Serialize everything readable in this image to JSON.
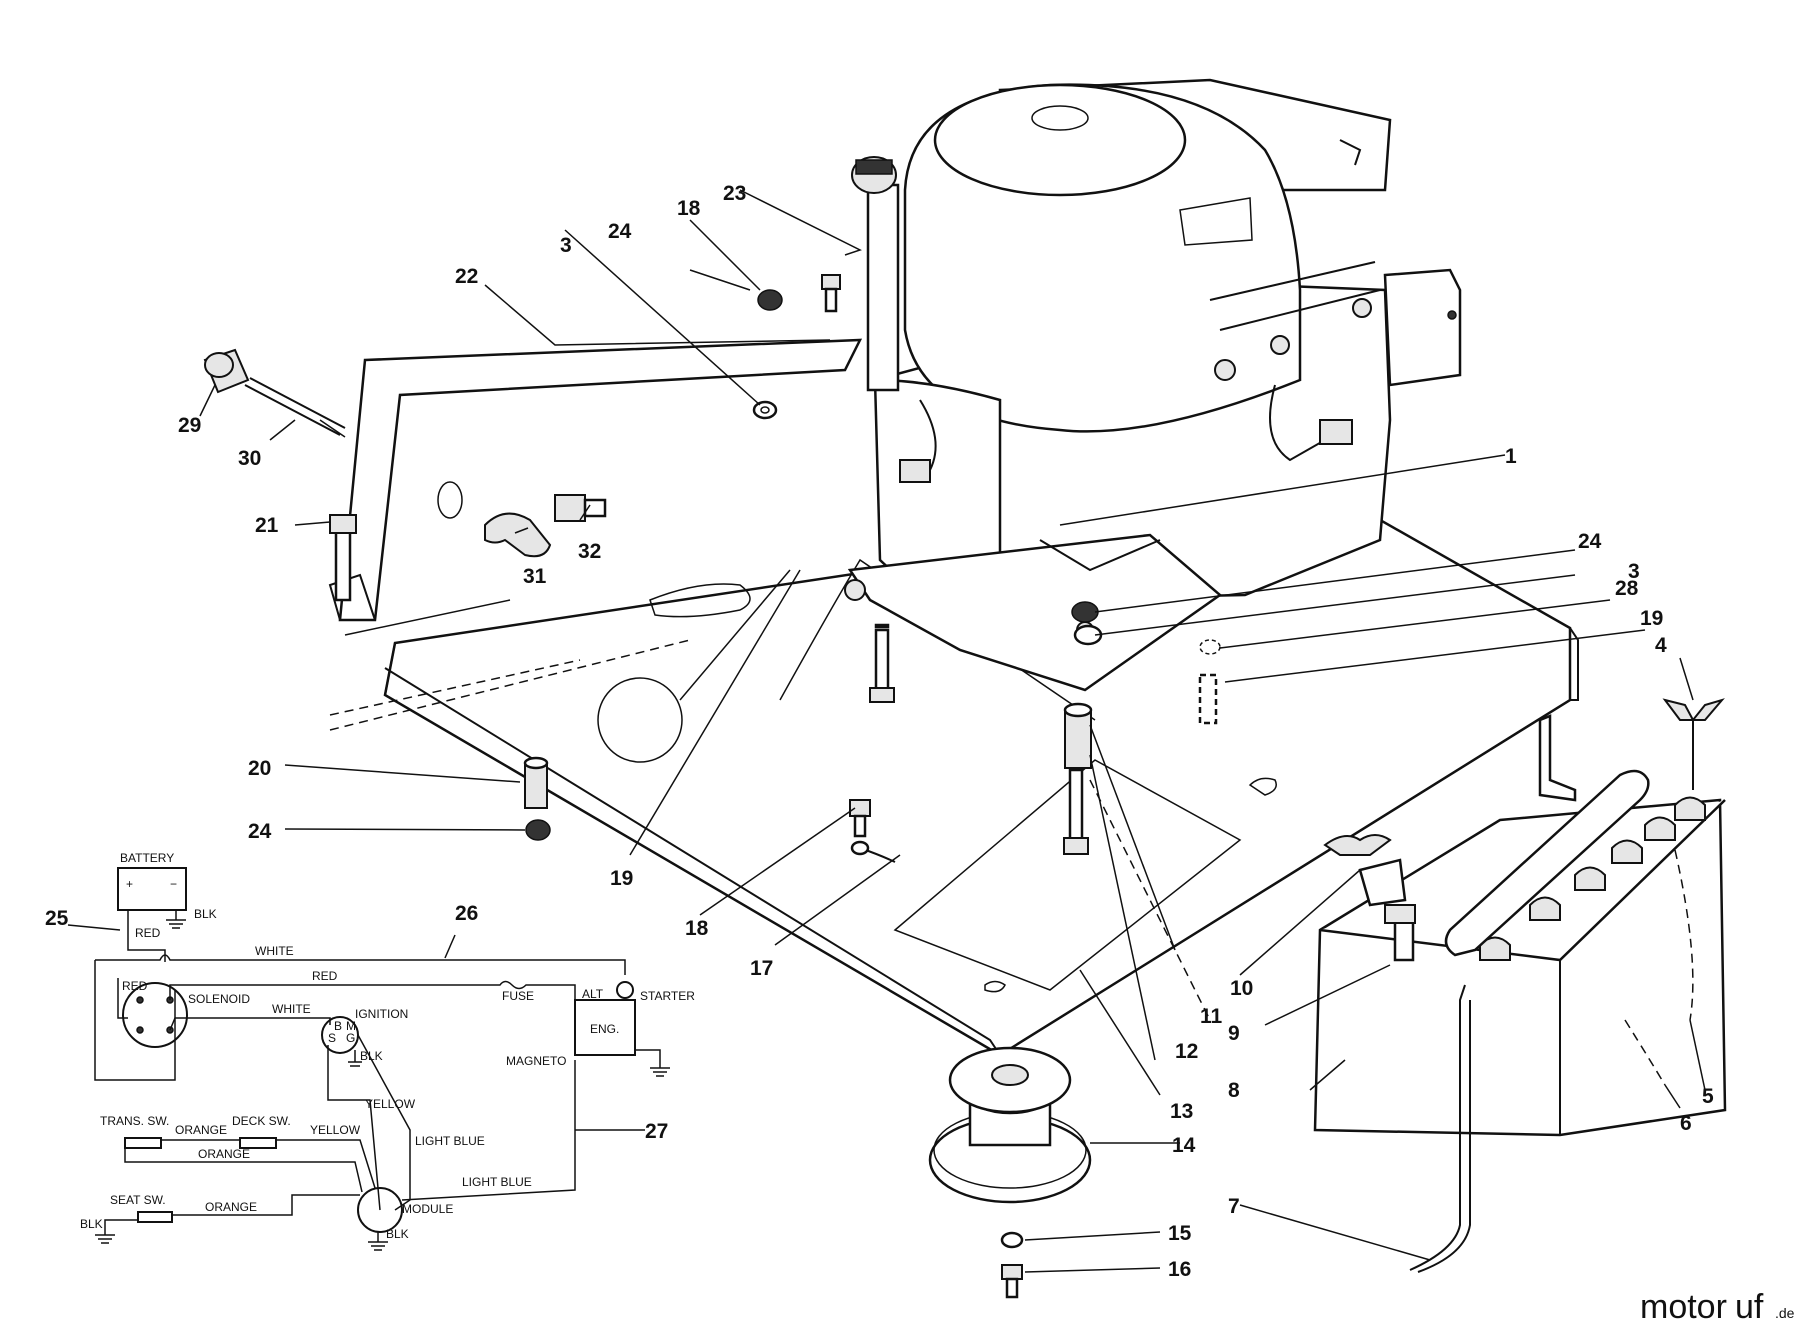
{
  "callouts": [
    "1",
    "3",
    "3",
    "4",
    "5",
    "6",
    "7",
    "8",
    "9",
    "10",
    "11",
    "12",
    "13",
    "14",
    "15",
    "16",
    "17",
    "18",
    "18",
    "19",
    "19",
    "19",
    "20",
    "21",
    "22",
    "23",
    "24",
    "24",
    "24",
    "25",
    "26",
    "27",
    "28",
    "29",
    "30",
    "31",
    "32"
  ],
  "wiring": {
    "battery": "BATTERY",
    "plus": "+",
    "minus": "−",
    "blk": "BLK",
    "red": "RED",
    "white": "WHITE",
    "solenoid": "SOLENOID",
    "ignition": "IGNITION",
    "ign_b": "B",
    "ign_m": "M",
    "ign_s": "S",
    "ign_g": "G",
    "fuse": "FUSE",
    "alt": "ALT",
    "starter": "STARTER",
    "eng": "ENG.",
    "magneto": "MAGNETO",
    "yellow": "YELLOW",
    "light_blue": "LIGHT BLUE",
    "trans_sw": "TRANS. SW.",
    "deck_sw": "DECK SW.",
    "orange": "ORANGE",
    "seat_sw": "SEAT SW.",
    "module": "MODULE"
  },
  "watermark": {
    "part1": "motor",
    "part2": "uf",
    "part3": ".de"
  }
}
